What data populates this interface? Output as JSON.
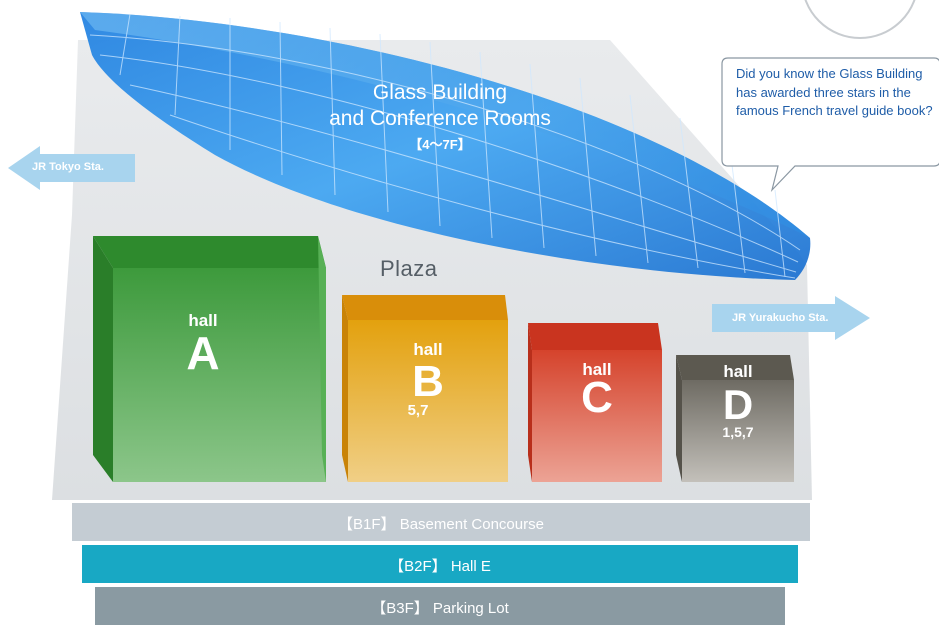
{
  "glass_building": {
    "title_line1": "Glass Building",
    "title_line2": "and Conference Rooms",
    "floors": "【4～7F】"
  },
  "plaza": "Plaza",
  "halls": [
    {
      "word": "hall",
      "letter": "A",
      "sub": ""
    },
    {
      "word": "hall",
      "letter": "B",
      "sub": "5,7"
    },
    {
      "word": "hall",
      "letter": "C",
      "sub": ""
    },
    {
      "word": "hall",
      "letter": "D",
      "sub": "1,5,7"
    }
  ],
  "arrows": {
    "left": "JR Tokyo Sta.",
    "right": "JR Yurakucho Sta."
  },
  "floors": [
    "【B1F】 Basement Concourse",
    "【B2F】 Hall E",
    "【B3F】 Parking Lot"
  ],
  "callout": "Did you know the Glass Building has awarded three stars in the famous French travel guide book?",
  "colors": {
    "hall_a": "#3d9a3c",
    "hall_b": "#e8a41a",
    "hall_c": "#d8452e",
    "hall_d": "#8a857c",
    "glass": "#2a8ee6",
    "b1f": "#c4ccd3",
    "b2f": "#18a8c4",
    "b3f": "#8a9aa2",
    "arrow": "#a8d4ee",
    "ground": "#e4e6e8"
  }
}
